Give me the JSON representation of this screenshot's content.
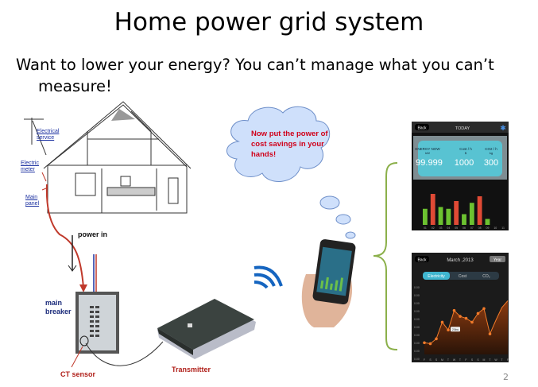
{
  "title": "Home power grid system",
  "subtitle_line1": "Want to lower your energy? You can’t manage what you can’t",
  "subtitle_line2": "measure!",
  "house_labels": {
    "service": [
      "Electrical",
      "service"
    ],
    "meter": [
      "Electric",
      "meter"
    ],
    "panel": [
      "Main",
      "panel"
    ]
  },
  "power_in": "power in",
  "main_breaker": [
    "main",
    "breaker"
  ],
  "ct_sensor": "CT sensor",
  "transmitter": "Transmitter",
  "cloud_text": "Now put the power of cost savings in your hands!",
  "page_number": "2",
  "colors": {
    "wire_red": "#c0392b",
    "wifi_blue": "#1565c0",
    "bracket_green": "#8bb04a",
    "label_red": "#d0021b"
  },
  "screen_today": {
    "back": "Back",
    "title": "TODAY",
    "headers": [
      "ENERGY NOW",
      "Cost / h",
      "CO2 / h"
    ],
    "units": [
      "kW",
      "$",
      "kg"
    ],
    "values": [
      "99.999",
      "1000",
      "300"
    ],
    "chart_data": {
      "type": "bar",
      "categories": [
        "01",
        "02",
        "03",
        "04",
        "05",
        "06",
        "07",
        "08",
        "09",
        "10",
        "11"
      ],
      "values": [
        27,
        52,
        30,
        27,
        40,
        18,
        37,
        48,
        10,
        0,
        0
      ],
      "highlight": [
        false,
        true,
        false,
        false,
        true,
        false,
        false,
        true,
        false,
        false,
        false
      ]
    }
  },
  "screen_month": {
    "back": "Back",
    "title": "March ,2013",
    "year_button": "Year",
    "tabs": [
      "Electricity",
      "Cost",
      "CO₂"
    ],
    "y_ticks": [
      "0.00",
      "0.00",
      "0.00",
      "0.00",
      "0.00",
      "0.00",
      "0.00",
      "0.00",
      "0.00",
      "0.00"
    ],
    "chart_data": {
      "type": "area",
      "categories": [
        "F",
        "S",
        "S",
        "M",
        "T",
        "W",
        "T",
        "F",
        "S",
        "S",
        "M",
        "T",
        "W",
        "T",
        "F"
      ],
      "values": [
        1.2,
        1.1,
        1.6,
        3.3,
        2.5,
        4.5,
        3.9,
        3.7,
        3.3,
        4.2,
        4.7,
        2.1,
        3.5,
        4.8,
        5.5
      ],
      "callout": "20kw"
    }
  }
}
